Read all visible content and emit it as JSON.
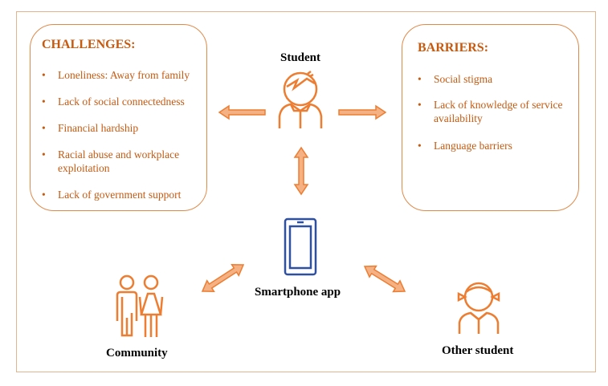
{
  "challenges": {
    "title": "CHALLENGES:",
    "items": [
      "Loneliness: Away from family",
      "Lack of social connectedness",
      "Financial hardship",
      "Racial abuse and workplace exploitation",
      "Lack of government support"
    ]
  },
  "barriers": {
    "title": "BARRIERS:",
    "items": [
      "Social stigma",
      "Lack of knowledge of service availability",
      "Language barriers"
    ]
  },
  "bullet": "•",
  "nodes": {
    "student": "Student",
    "smartphone": "Smartphone app",
    "community": "Community",
    "other_student": "Other student"
  },
  "colors": {
    "text": "#c55a11",
    "icon": "#ed7d31",
    "arrow_fill": "#f4b183",
    "phone": "#2f4f9f"
  }
}
